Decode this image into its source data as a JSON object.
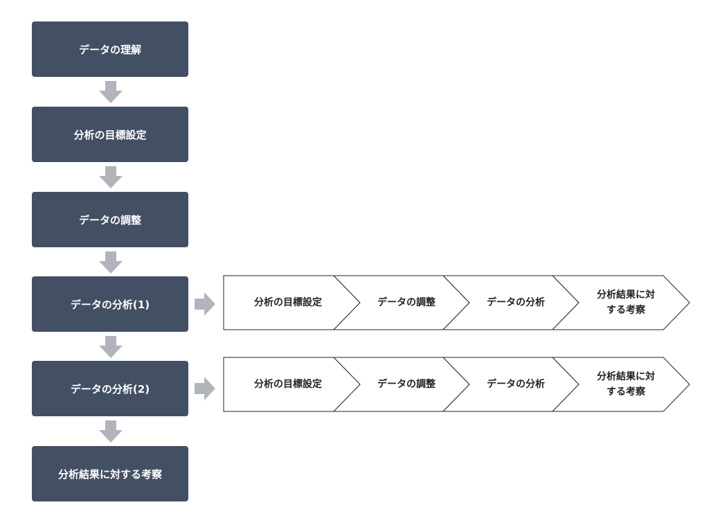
{
  "flow": {
    "steps": [
      {
        "label": "データの理解"
      },
      {
        "label": "分析の目標設定"
      },
      {
        "label": "データの調整"
      },
      {
        "label": "データの分析(1)"
      },
      {
        "label": "データの分析(2)"
      },
      {
        "label": "分析結果に対する考察"
      }
    ]
  },
  "subflows": [
    {
      "stages": [
        {
          "label": "分析の目標設定"
        },
        {
          "label": "データの調整"
        },
        {
          "label": "データの分析"
        },
        {
          "label": "分析結果に対\nする考察"
        }
      ]
    },
    {
      "stages": [
        {
          "label": "分析の目標設定"
        },
        {
          "label": "データの調整"
        },
        {
          "label": "データの分析"
        },
        {
          "label": "分析結果に対\nする考察"
        }
      ]
    }
  ],
  "colors": {
    "box_fill": "#434f63",
    "arrow_fill": "#b1b4bb",
    "chevron_stroke": "#222222"
  }
}
